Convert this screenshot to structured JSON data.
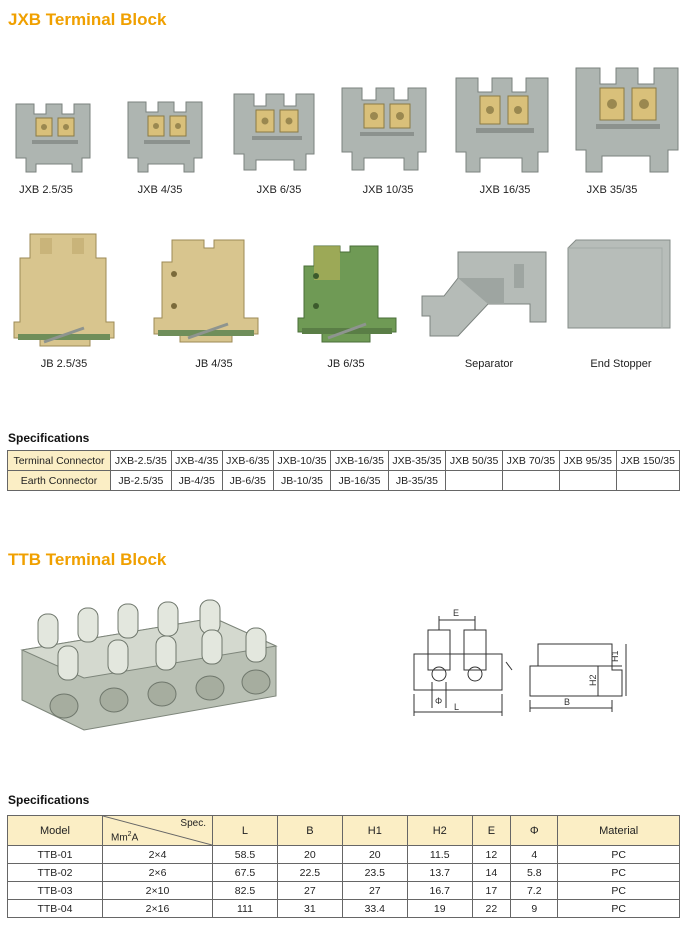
{
  "jxb": {
    "title": "JXB Terminal Block",
    "products_row1": [
      "JXB 2.5/35",
      "JXB 4/35",
      "JXB 6/35",
      "JXB 10/35",
      "JXB 16/35",
      "JXB 35/35"
    ],
    "products_row2": [
      "JB 2.5/35",
      "JB 4/35",
      "JB 6/35",
      "Separator",
      "End Stopper"
    ],
    "colors": {
      "grey_block": "#aeb5b1",
      "tan_block": "#d8c58e",
      "green_block": "#6f9a55",
      "title": "#f0a000",
      "header_fill": "#fbeec5"
    },
    "spec_label": "Specifications",
    "table": {
      "row1_head": "Terminal Connector",
      "row1": [
        "JXB-2.5/35",
        "JXB-4/35",
        "JXB-6/35",
        "JXB-10/35",
        "JXB-16/35",
        "JXB-35/35",
        "JXB 50/35",
        "JXB 70/35",
        "JXB 95/35",
        "JXB 150/35"
      ],
      "row2_head": "Earth Connector",
      "row2": [
        "JB-2.5/35",
        "JB-4/35",
        "JB-6/35",
        "JB-10/35",
        "JB-16/35",
        "JB-35/35",
        "",
        "",
        "",
        ""
      ]
    }
  },
  "ttb": {
    "title": "TTB Terminal Block",
    "diagram_labels": {
      "e": "E",
      "phi": "Φ",
      "l": "L",
      "b": "B",
      "h1": "H1",
      "h2": "H2"
    },
    "spec_label": "Specifications",
    "table": {
      "head_model": "Model",
      "head_spec": "Spec.",
      "head_mm": "Mm",
      "head_mm_sup": "2",
      "head_mm_tail": "A",
      "headers": [
        "L",
        "B",
        "H1",
        "H2",
        "E",
        "Φ",
        "Material"
      ],
      "rows": [
        {
          "model": "TTB-01",
          "spec": "2×4",
          "l": "58.5",
          "b": "20",
          "h1": "20",
          "h2": "11.5",
          "e": "12",
          "phi": "4",
          "material": "PC"
        },
        {
          "model": "TTB-02",
          "spec": "2×6",
          "l": "67.5",
          "b": "22.5",
          "h1": "23.5",
          "h2": "13.7",
          "e": "14",
          "phi": "5.8",
          "material": "PC"
        },
        {
          "model": "TTB-03",
          "spec": "2×10",
          "l": "82.5",
          "b": "27",
          "h1": "27",
          "h2": "16.7",
          "e": "17",
          "phi": "7.2",
          "material": "PC"
        },
        {
          "model": "TTB-04",
          "spec": "2×16",
          "l": "111",
          "b": "31",
          "h1": "33.4",
          "h2": "19",
          "e": "22",
          "phi": "9",
          "material": "PC"
        }
      ]
    }
  }
}
